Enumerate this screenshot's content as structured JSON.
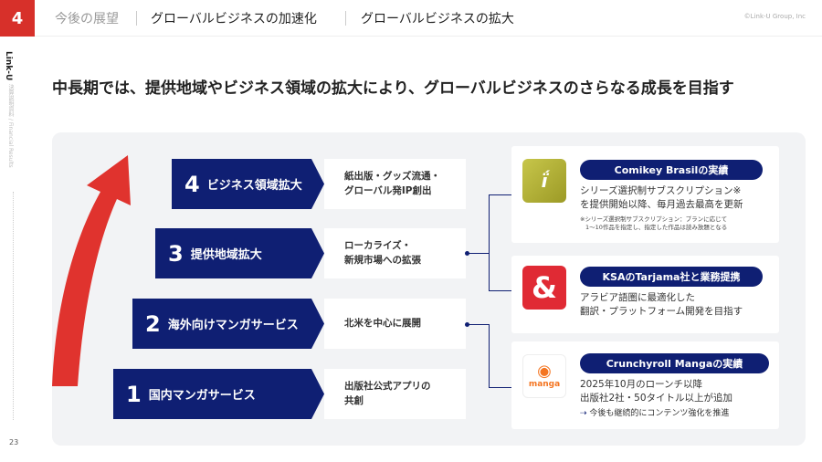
{
  "header": {
    "section_number": "4",
    "crumb1": "今後の展望",
    "crumb2": "グローバルビジネスの加速化",
    "crumb3": "グローバルビジネスの拡大",
    "copyright": "©Link-U Group, Inc"
  },
  "sidebar": {
    "brand": "Link-U",
    "subtitle": "決算説明資料 / Financial Results",
    "page_number": "23"
  },
  "title": "中長期では、提供地域やビジネス領域の拡大により、グローバルビジネスのさらなる成長を目指す",
  "steps": [
    {
      "num": "4",
      "label": "ビジネス領域拡大",
      "desc1": "紙出版・グッズ流通・",
      "desc2": "グローバル発IP創出"
    },
    {
      "num": "3",
      "label": "提供地域拡大",
      "desc1": "ローカライズ・",
      "desc2": "新規市場への拡張"
    },
    {
      "num": "2",
      "label": "海外向けマンガサービス",
      "desc1": "北米を中心に展開",
      "desc2": ""
    },
    {
      "num": "1",
      "label": "国内マンガサービス",
      "desc1": "出版社公式アプリの",
      "desc2": "共創"
    }
  ],
  "cards": [
    {
      "title": "Comikey Brasilの実績",
      "line1": "シリーズ選択制サブスクリプション※",
      "line2": "を提供開始以降、毎月過去最高を更新",
      "note1": "※シリーズ選択制サブスクリプション：プランに応じて",
      "note2": "1〜10作品を指定し、指定した作品は読み放題となる",
      "logo": "ik"
    },
    {
      "title": "KSAのTarjama社と業務提携",
      "line1": "アラビア語圏に最適化した",
      "line2": "翻訳・プラットフォーム開発を目指す",
      "logo": "&"
    },
    {
      "title": "Crunchyroll Mangaの実績",
      "line1": "2025年10月のローンチ以降",
      "line2": "出版社2社・50タイトル以上が追加",
      "line3": "今後も継続的にコンテンツ強化を推進",
      "logo": "manga"
    }
  ]
}
